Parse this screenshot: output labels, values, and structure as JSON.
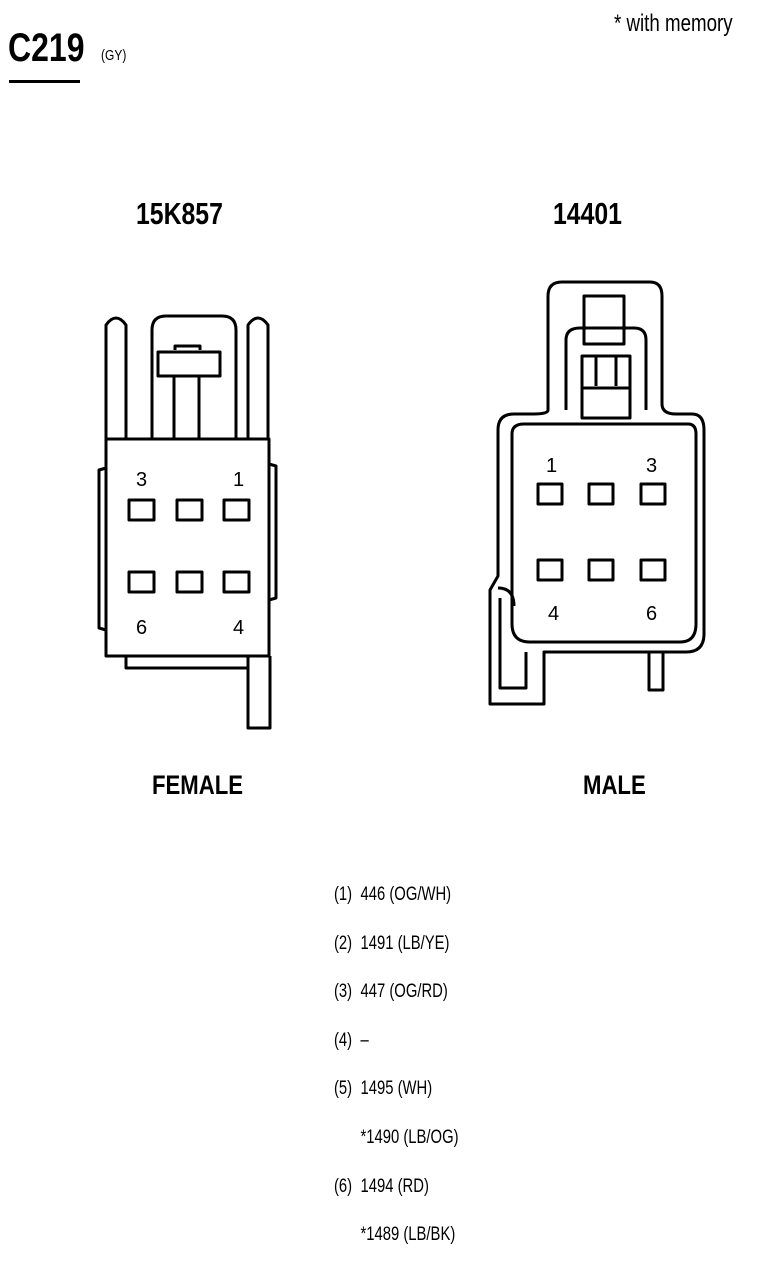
{
  "header": {
    "connector_id": "C219",
    "connector_color": "(GY)",
    "legend_note": "*  with memory"
  },
  "female": {
    "part_number": "15K857",
    "label": "FEMALE",
    "pin_labels": [
      "3",
      "1",
      "6",
      "4"
    ]
  },
  "male": {
    "part_number": "14401",
    "label": "MALE",
    "pin_labels": [
      "1",
      "3",
      "4",
      "6"
    ]
  },
  "pinout": [
    {
      "pin": "(1)",
      "circuit": "446 (OG/WH)"
    },
    {
      "pin": "(2)",
      "circuit": "1491 (LB/YE)"
    },
    {
      "pin": "(3)",
      "circuit": "447 (OG/RD)"
    },
    {
      "pin": "(4)",
      "circuit": "–"
    },
    {
      "pin": "(5)",
      "circuit": "1495 (WH)"
    },
    {
      "pin": "",
      "circuit": "*1490 (LB/OG)"
    },
    {
      "pin": "(6)",
      "circuit": "1494 (RD)"
    },
    {
      "pin": "",
      "circuit": "*1489 (LB/BK)"
    }
  ]
}
